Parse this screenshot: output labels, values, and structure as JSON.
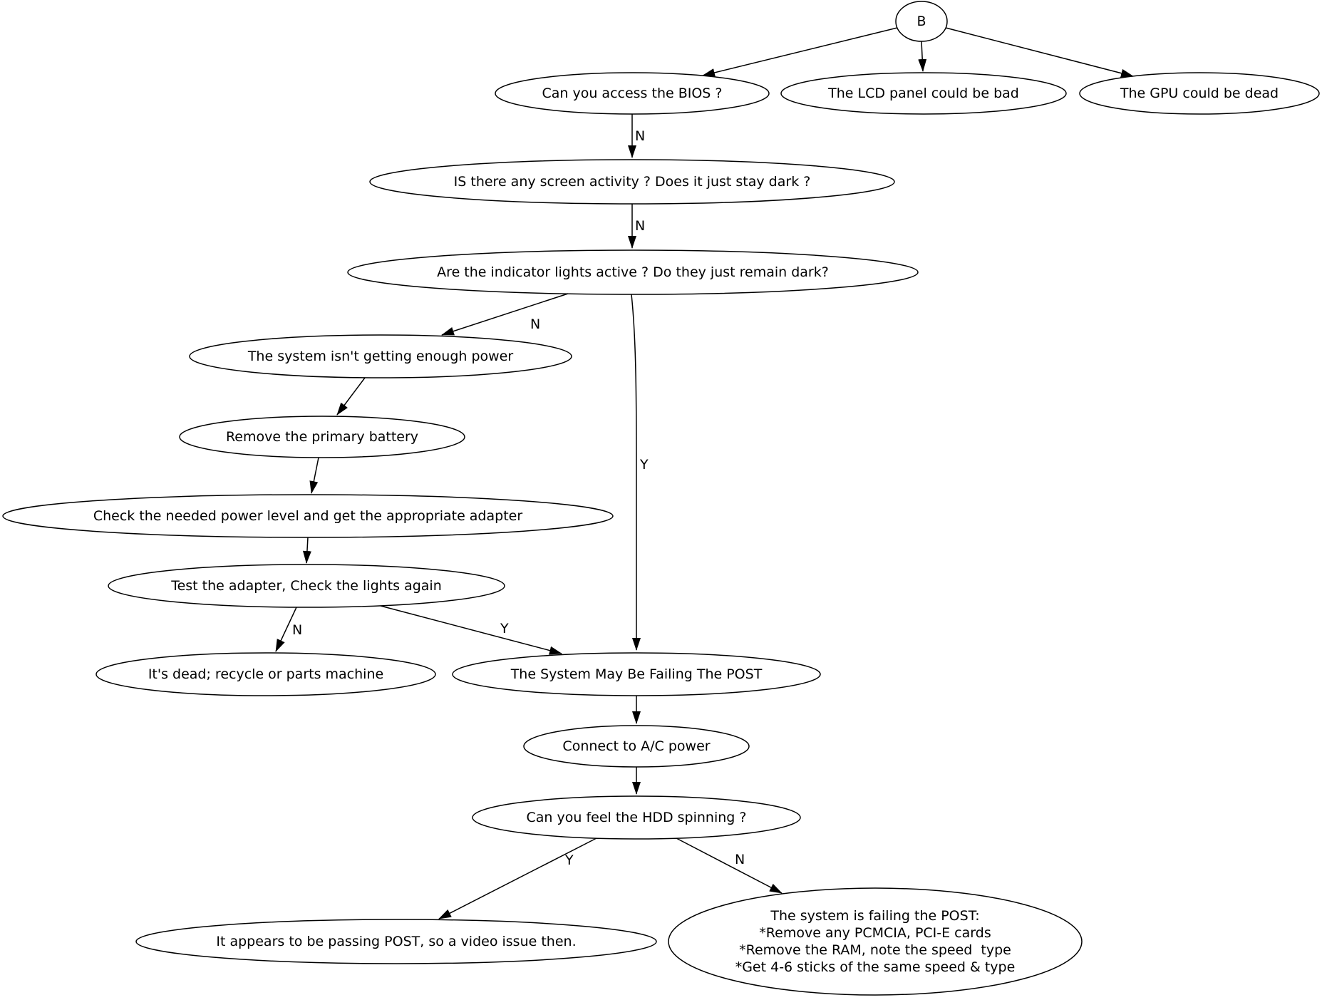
{
  "diagram": {
    "colors": {
      "background": "#ffffff",
      "line": "#000000",
      "text": "#000000"
    },
    "nodes": {
      "b": {
        "label": "B"
      },
      "bios": {
        "label": "Can you access the BIOS ?"
      },
      "lcd": {
        "label": "The LCD panel could be bad"
      },
      "gpu": {
        "label": "The GPU could be dead"
      },
      "screen_activity": {
        "label": "IS there any screen activity ? Does it just stay dark ?"
      },
      "indicator_lights": {
        "label": "Are the indicator lights active ? Do they just remain dark?"
      },
      "not_enough_power": {
        "label": "The system isn't getting enough power"
      },
      "remove_battery": {
        "label": "Remove the primary battery"
      },
      "check_power_level": {
        "label": "Check the needed power level and get the appropriate adapter"
      },
      "test_adapter": {
        "label": "Test the adapter, Check the lights again"
      },
      "dead_machine": {
        "label": "It's dead; recycle or parts machine"
      },
      "may_fail_post": {
        "label": "The System May Be Failing The POST"
      },
      "connect_ac": {
        "label": "Connect to A/C power"
      },
      "hdd_spinning": {
        "label": "Can you feel the HDD spinning ?"
      },
      "passing_post": {
        "label": "It appears to be passing POST, so a video issue then."
      },
      "failing_post": {
        "lines": [
          "The system is failing the POST:",
          "*Remove any PCMCIA, PCI-E cards",
          "*Remove the RAM, note the speed  type",
          "*Get 4-6 sticks of the same speed & type"
        ]
      }
    },
    "edge_labels": {
      "bios_to_screen": "N",
      "screen_to_lights": "N",
      "lights_to_power": "N",
      "lights_to_post": "Y",
      "test_to_dead": "N",
      "test_to_post": "Y",
      "hdd_to_passing": "Y",
      "hdd_to_failing": "N"
    }
  }
}
